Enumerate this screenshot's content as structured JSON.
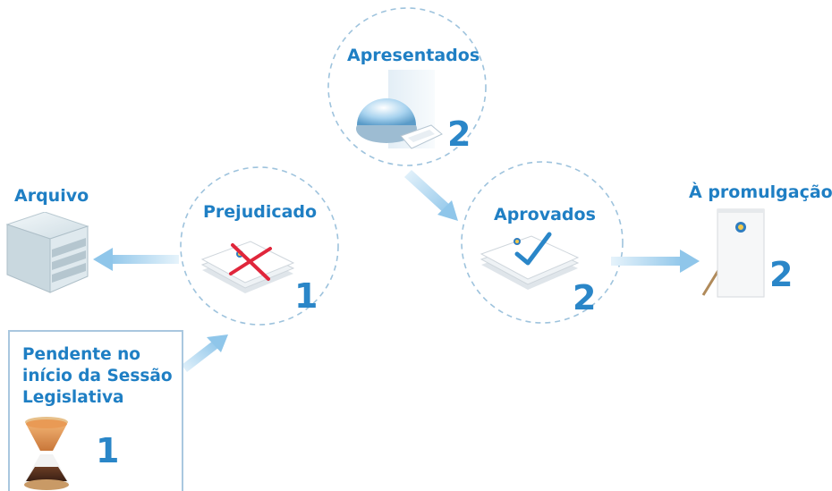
{
  "colors": {
    "label": "#1f7fc4",
    "count": "#2a86c8",
    "dashed_circle": "#9ec3dd",
    "arrow": "#a9d3ee",
    "box_border": "#a9c7df",
    "reject_mark": "#e0263b",
    "approve_mark": "#2a86c8"
  },
  "nodes": {
    "apresentados": {
      "label": "Apresentados",
      "count": "2",
      "icon": "ballot-box-icon"
    },
    "prejudicado": {
      "label": "Prejudicado",
      "count": "1",
      "icon": "rejected-documents-icon"
    },
    "aprovados": {
      "label": "Aprovados",
      "count": "2",
      "icon": "approved-documents-icon"
    },
    "arquivo": {
      "label": "Arquivo",
      "icon": "file-cabinet-icon"
    },
    "promulgacao": {
      "label": "À promulgação",
      "count": "2",
      "icon": "easel-document-icon"
    },
    "pendente": {
      "label": "Pendente no início da Sessão Legislativa",
      "count": "1",
      "icon": "hourglass-icon"
    }
  }
}
